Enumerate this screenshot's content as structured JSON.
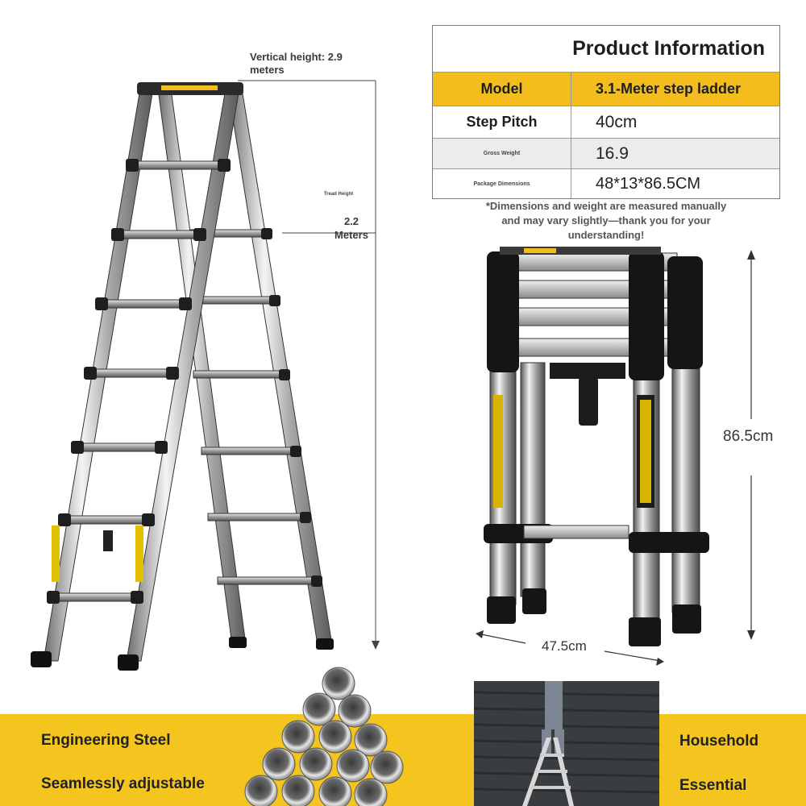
{
  "annotations": {
    "vertical_height": "Vertical height: 2.9 meters",
    "tread_height_label": "Tread Height",
    "tread_height_value": "2.2 Meters",
    "dim_height": "86.5cm",
    "dim_width": "47.5cm",
    "disclaimer": "*Dimensions and weight are measured manually and may vary slightly—thank you for your understanding!"
  },
  "product_table": {
    "title": "Product Information",
    "rows": [
      {
        "label": "Model",
        "value": "3.1-Meter step ladder"
      },
      {
        "label": "Step Pitch",
        "value": "40cm"
      },
      {
        "label": "Gross Weight",
        "value": "16.9"
      },
      {
        "label": "Package Dimensions",
        "value": "48*13*86.5CM"
      }
    ]
  },
  "features": {
    "left_1": "Engineering Steel",
    "left_2": "Seamlessly adjustable",
    "right_1": "Household",
    "right_2": "Essential"
  },
  "colors": {
    "accent": "#f2bd1d",
    "bar": "#f5c51f"
  }
}
